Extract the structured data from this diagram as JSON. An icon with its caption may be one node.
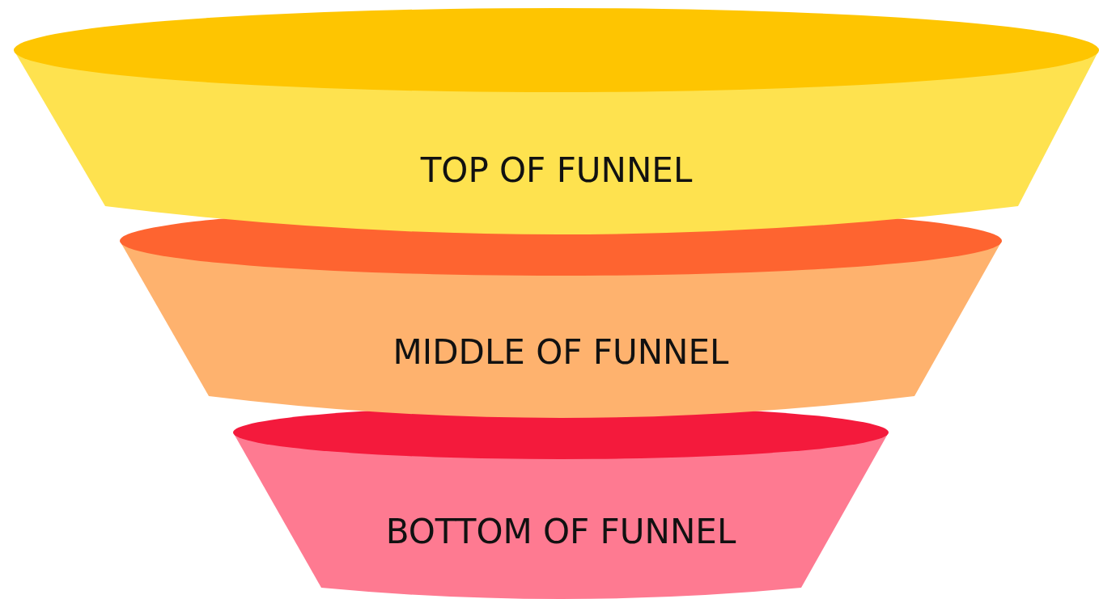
{
  "diagram": {
    "nodes": [
      {
        "text": [
          "TOP OF FUNNEL"
        ]
      },
      {
        "text": [
          "MIDDLE OF FUNNEL"
        ]
      },
      {
        "text": [
          "BOTTOM OF FUNNEL"
        ]
      }
    ]
  }
}
